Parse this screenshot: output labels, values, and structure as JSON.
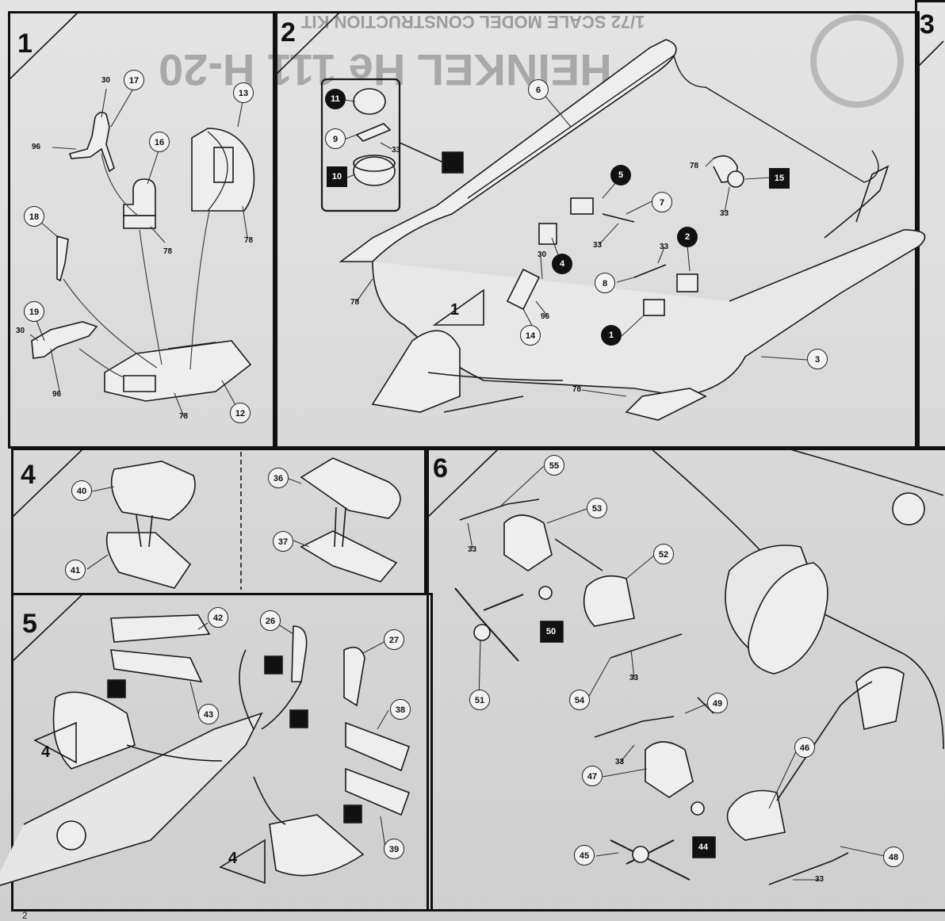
{
  "header": {
    "scale_text": "1/72 SCALE MODEL CONSTRUCTION KIT",
    "title_text": "HEINKEL He 111 H-20"
  },
  "page_number": "2",
  "steps": [
    {
      "number": "1",
      "callouts": {
        "p30": "30",
        "p17": "17",
        "p96a": "96",
        "p16": "16",
        "p13": "13",
        "p78a": "78",
        "p78b": "78",
        "p18": "18",
        "p19": "19",
        "p30b": "30",
        "p96b": "96",
        "p78c": "78",
        "p12": "12"
      }
    },
    {
      "number": "2",
      "callouts": {
        "p11": "11",
        "p9": "9",
        "p33a": "33",
        "p10": "10",
        "p6": "6",
        "p78a": "78",
        "p15": "15",
        "p33b": "33",
        "p5": "5",
        "p7": "7",
        "p33c": "33",
        "p4": "4",
        "p30": "30",
        "p2": "2",
        "p33d": "33",
        "p8": "8",
        "p96": "96",
        "p14": "14",
        "p78b": "78",
        "p1": "1",
        "p3": "3",
        "p78c": "78",
        "ref1": "1"
      }
    },
    {
      "number": "4",
      "callouts": {
        "p40": "40",
        "p41": "41",
        "p36": "36",
        "p37": "37"
      }
    },
    {
      "number": "5",
      "callouts": {
        "p42": "42",
        "p43": "43",
        "p26": "26",
        "p27": "27",
        "p38": "38",
        "p39": "39",
        "ref4a": "4",
        "ref4b": "4"
      }
    },
    {
      "number": "6",
      "callouts": {
        "p55": "55",
        "p53": "53",
        "p33a": "33",
        "p52": "52",
        "p50": "50",
        "p51": "51",
        "p54": "54",
        "p33b": "33",
        "p49": "49",
        "p33c": "33",
        "p47": "47",
        "p46": "46",
        "p44": "44",
        "p45": "45",
        "p48": "48",
        "p33d": "33"
      }
    },
    {
      "number": "3"
    }
  ]
}
